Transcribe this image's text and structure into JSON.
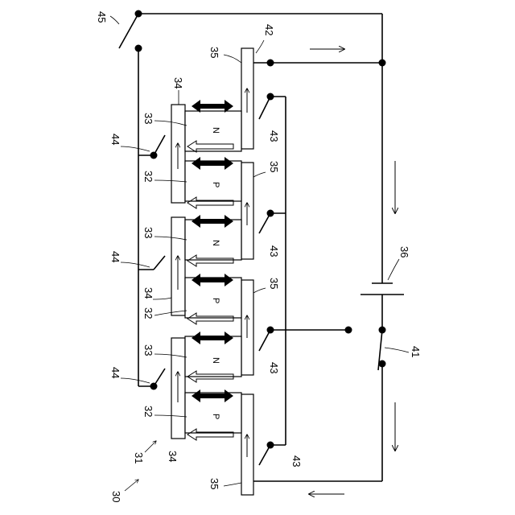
{
  "figure": {
    "ref_device": "30",
    "ref_module": "31",
    "ref_power": "36",
    "ref_switch_main": "41",
    "ref_terminal": "42",
    "ref_switch_top": "45",
    "ref_branch": "43",
    "ref_side_switch": "44",
    "ref_electrode": "35",
    "ref_element_32": "32",
    "ref_element_33": "33",
    "ref_element_34": "34",
    "n_label": "N",
    "p_label": "P"
  }
}
